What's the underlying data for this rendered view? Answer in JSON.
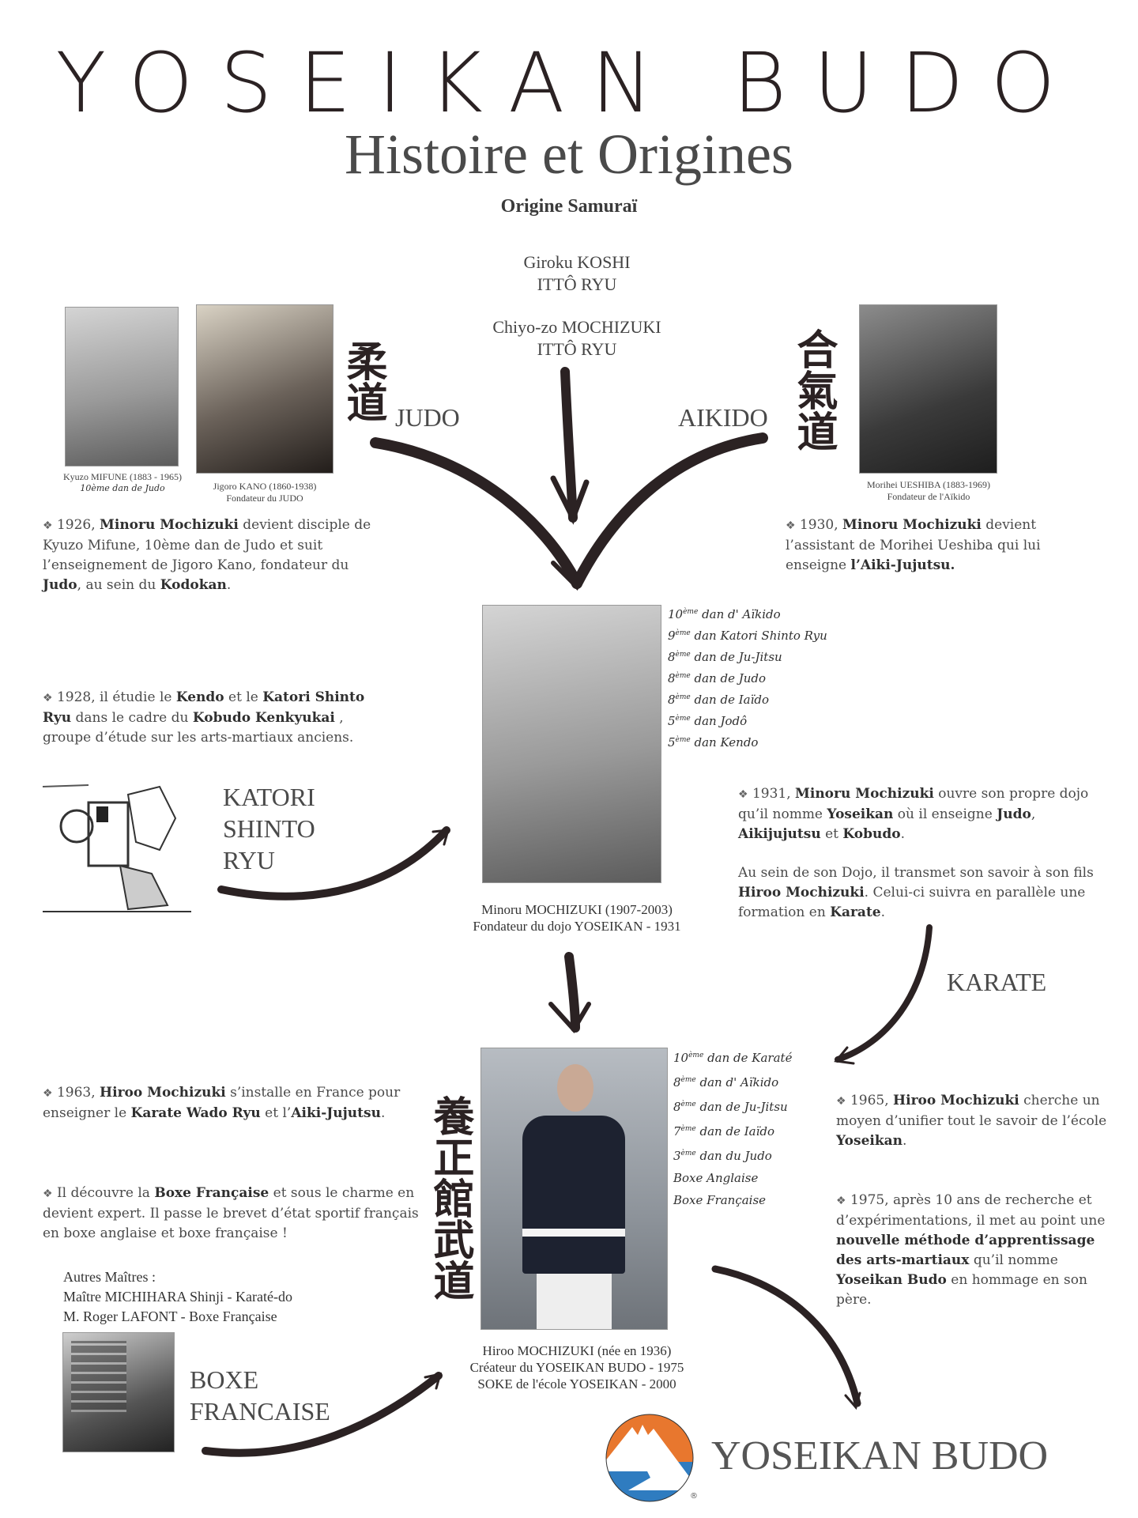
{
  "header": {
    "title": "YOSEIKAN BUDO",
    "subtitle": "Histoire et Origines",
    "section": "Origine Samuraï"
  },
  "lineage": [
    {
      "name": "Giroku KOSHI",
      "school": "ITTÔ RYU"
    },
    {
      "name": "Chiyo-zo MOCHIZUKI",
      "school": "ITTÔ RYU"
    }
  ],
  "arts": {
    "judo": {
      "label": "JUDO",
      "kanji": "柔道"
    },
    "aikido": {
      "label": "AIKIDO",
      "kanji": "合氣道"
    },
    "katori": {
      "label_lines": [
        "KATORI",
        "SHINTO",
        "RYU"
      ]
    },
    "karate": {
      "label": "KARATE"
    },
    "boxe": {
      "label_lines": [
        "BOXE",
        "FRANCAISE"
      ]
    },
    "yoseikan_kanji": "養正館武道"
  },
  "portraits": {
    "mifune": {
      "name": "Kyuzo MIFUNE (1883 - 1965)",
      "rank": "10ème dan de Judo"
    },
    "kano": {
      "name": "Jigoro KANO   (1860-1938)",
      "role": "Fondateur du JUDO"
    },
    "ueshiba": {
      "name": "Morihei UESHIBA  (1883-1969)",
      "role": "Fondateur de l'Aïkido"
    },
    "minoru": {
      "name": "Minoru MOCHIZUKI  (1907-2003)",
      "role": "Fondateur du dojo YOSEIKAN - 1931"
    },
    "hiroo": {
      "name": "Hiroo MOCHIZUKI  (née en 1936)",
      "role": "Créateur du YOSEIKAN BUDO - 1975",
      "role2": "SOKE de l'école YOSEIKAN  - 2000"
    }
  },
  "minoru_grades": [
    {
      "num": "10",
      "sup": "ème",
      "text": "dan d' Aïkido"
    },
    {
      "num": "9",
      "sup": "ème",
      "text": "dan Katori Shinto Ryu"
    },
    {
      "num": "8",
      "sup": "ème",
      "text": "dan de Ju-Jitsu"
    },
    {
      "num": "8",
      "sup": "ème",
      "text": "dan de Judo"
    },
    {
      "num": "8",
      "sup": "ème",
      "text": "dan de Iaïdo"
    },
    {
      "num": "5",
      "sup": "ème",
      "text": "dan Jodô"
    },
    {
      "num": "5",
      "sup": "ème",
      "text": "dan Kendo"
    }
  ],
  "hiroo_grades": [
    {
      "num": "10",
      "sup": "ème",
      "text": "dan de Karaté"
    },
    {
      "num": "8",
      "sup": "ème",
      "text": "dan d' Aïkido"
    },
    {
      "num": "8",
      "sup": "ème",
      "text": "dan de Ju-Jitsu"
    },
    {
      "num": "7",
      "sup": "ème",
      "text": "dan de Iaïdo"
    },
    {
      "num": "3",
      "sup": "ème",
      "text": "dan du Judo"
    },
    {
      "num": "",
      "sup": "",
      "text": "Boxe Anglaise"
    },
    {
      "num": "",
      "sup": "",
      "text": "Boxe Française"
    }
  ],
  "events": {
    "e1926": {
      "parts": [
        [
          "1926, ",
          false
        ],
        [
          "Minoru Mochizuki",
          true
        ],
        [
          " devient disciple de Kyuzo Mifune, 10ème dan de Judo et suit l’enseignement  de Jigoro Kano, fondateur du ",
          false
        ],
        [
          "Judo",
          true
        ],
        [
          ", au sein du ",
          false
        ],
        [
          "Kodokan",
          true
        ],
        [
          ".",
          false
        ]
      ]
    },
    "e1930": {
      "parts": [
        [
          "1930, ",
          false
        ],
        [
          "Minoru Mochizuki",
          true
        ],
        [
          " devient l’assistant de Morihei Ueshiba qui lui enseigne ",
          false
        ],
        [
          "l’Aiki-Jujutsu.",
          true
        ]
      ]
    },
    "e1928": {
      "parts": [
        [
          "1928, il étudie le ",
          false
        ],
        [
          "Kendo",
          true
        ],
        [
          " et le ",
          false
        ],
        [
          "Katori Shinto Ryu",
          true
        ],
        [
          " dans le cadre du ",
          false
        ],
        [
          "Kobudo Kenkyukai",
          true
        ],
        [
          " , groupe d’étude sur les arts-martiaux anciens.",
          false
        ]
      ]
    },
    "e1931": {
      "parts": [
        [
          "1931, ",
          false
        ],
        [
          "Minoru Mochizuki",
          true
        ],
        [
          " ouvre son propre dojo qu’il nomme ",
          false
        ],
        [
          "Yoseikan",
          true
        ],
        [
          " où il enseigne ",
          false
        ],
        [
          "Judo",
          true
        ],
        [
          ", ",
          false
        ],
        [
          "Aikijujutsu",
          true
        ],
        [
          " et ",
          false
        ],
        [
          "Kobudo",
          true
        ],
        [
          ".",
          false
        ]
      ]
    },
    "e1931b": {
      "parts": [
        [
          "Au sein de son Dojo, il transmet son savoir à son fils ",
          false
        ],
        [
          "Hiroo Mochizuki",
          true
        ],
        [
          ". Celui-ci suivra en parallèle une formation en ",
          false
        ],
        [
          "Karate",
          true
        ],
        [
          ".",
          false
        ]
      ]
    },
    "e1963": {
      "parts": [
        [
          "1963, ",
          false
        ],
        [
          "Hiroo Mochizuki",
          true
        ],
        [
          " s’installe en France  pour enseigner le ",
          false
        ],
        [
          "Karate Wado Ryu",
          true
        ],
        [
          " et l’",
          false
        ],
        [
          "Aiki-Jujutsu",
          true
        ],
        [
          ".",
          false
        ]
      ]
    },
    "eBoxe": {
      "parts": [
        [
          "Il découvre la ",
          false
        ],
        [
          "Boxe Française",
          true
        ],
        [
          " et sous le charme en devient expert. Il passe le brevet d’état sportif français en boxe anglaise et boxe française !",
          false
        ]
      ]
    },
    "e1965": {
      "parts": [
        [
          "1965, ",
          false
        ],
        [
          "Hiroo Mochizuki",
          true
        ],
        [
          " cherche un moyen d’unifier tout le savoir de l’école ",
          false
        ],
        [
          "Yoseikan",
          true
        ],
        [
          ".",
          false
        ]
      ]
    },
    "e1975": {
      "parts": [
        [
          "1975, après 10 ans de recherche et d’expérimentations, il met au point une ",
          false
        ],
        [
          "nouvelle méthode d’apprentissage des arts-martiaux",
          true
        ],
        [
          " qu’il nomme ",
          false
        ],
        [
          "Yoseikan Budo",
          true
        ],
        [
          " en hommage en son père.",
          false
        ]
      ]
    }
  },
  "other_masters": {
    "title": "Autres Maîtres :",
    "items": [
      "Maître MICHIHARA Shinji - Karaté-do",
      "M. Roger LAFONT - Boxe Française"
    ]
  },
  "bullet_icon": "❖",
  "logo": {
    "text": "YOSEIKAN BUDO",
    "registered": "®",
    "colors": {
      "orange": "#E8772E",
      "blue": "#2F7CC0",
      "white": "#FFFFFF"
    }
  },
  "colors": {
    "ink": "#2B2223",
    "text": "#4A4A4A"
  }
}
